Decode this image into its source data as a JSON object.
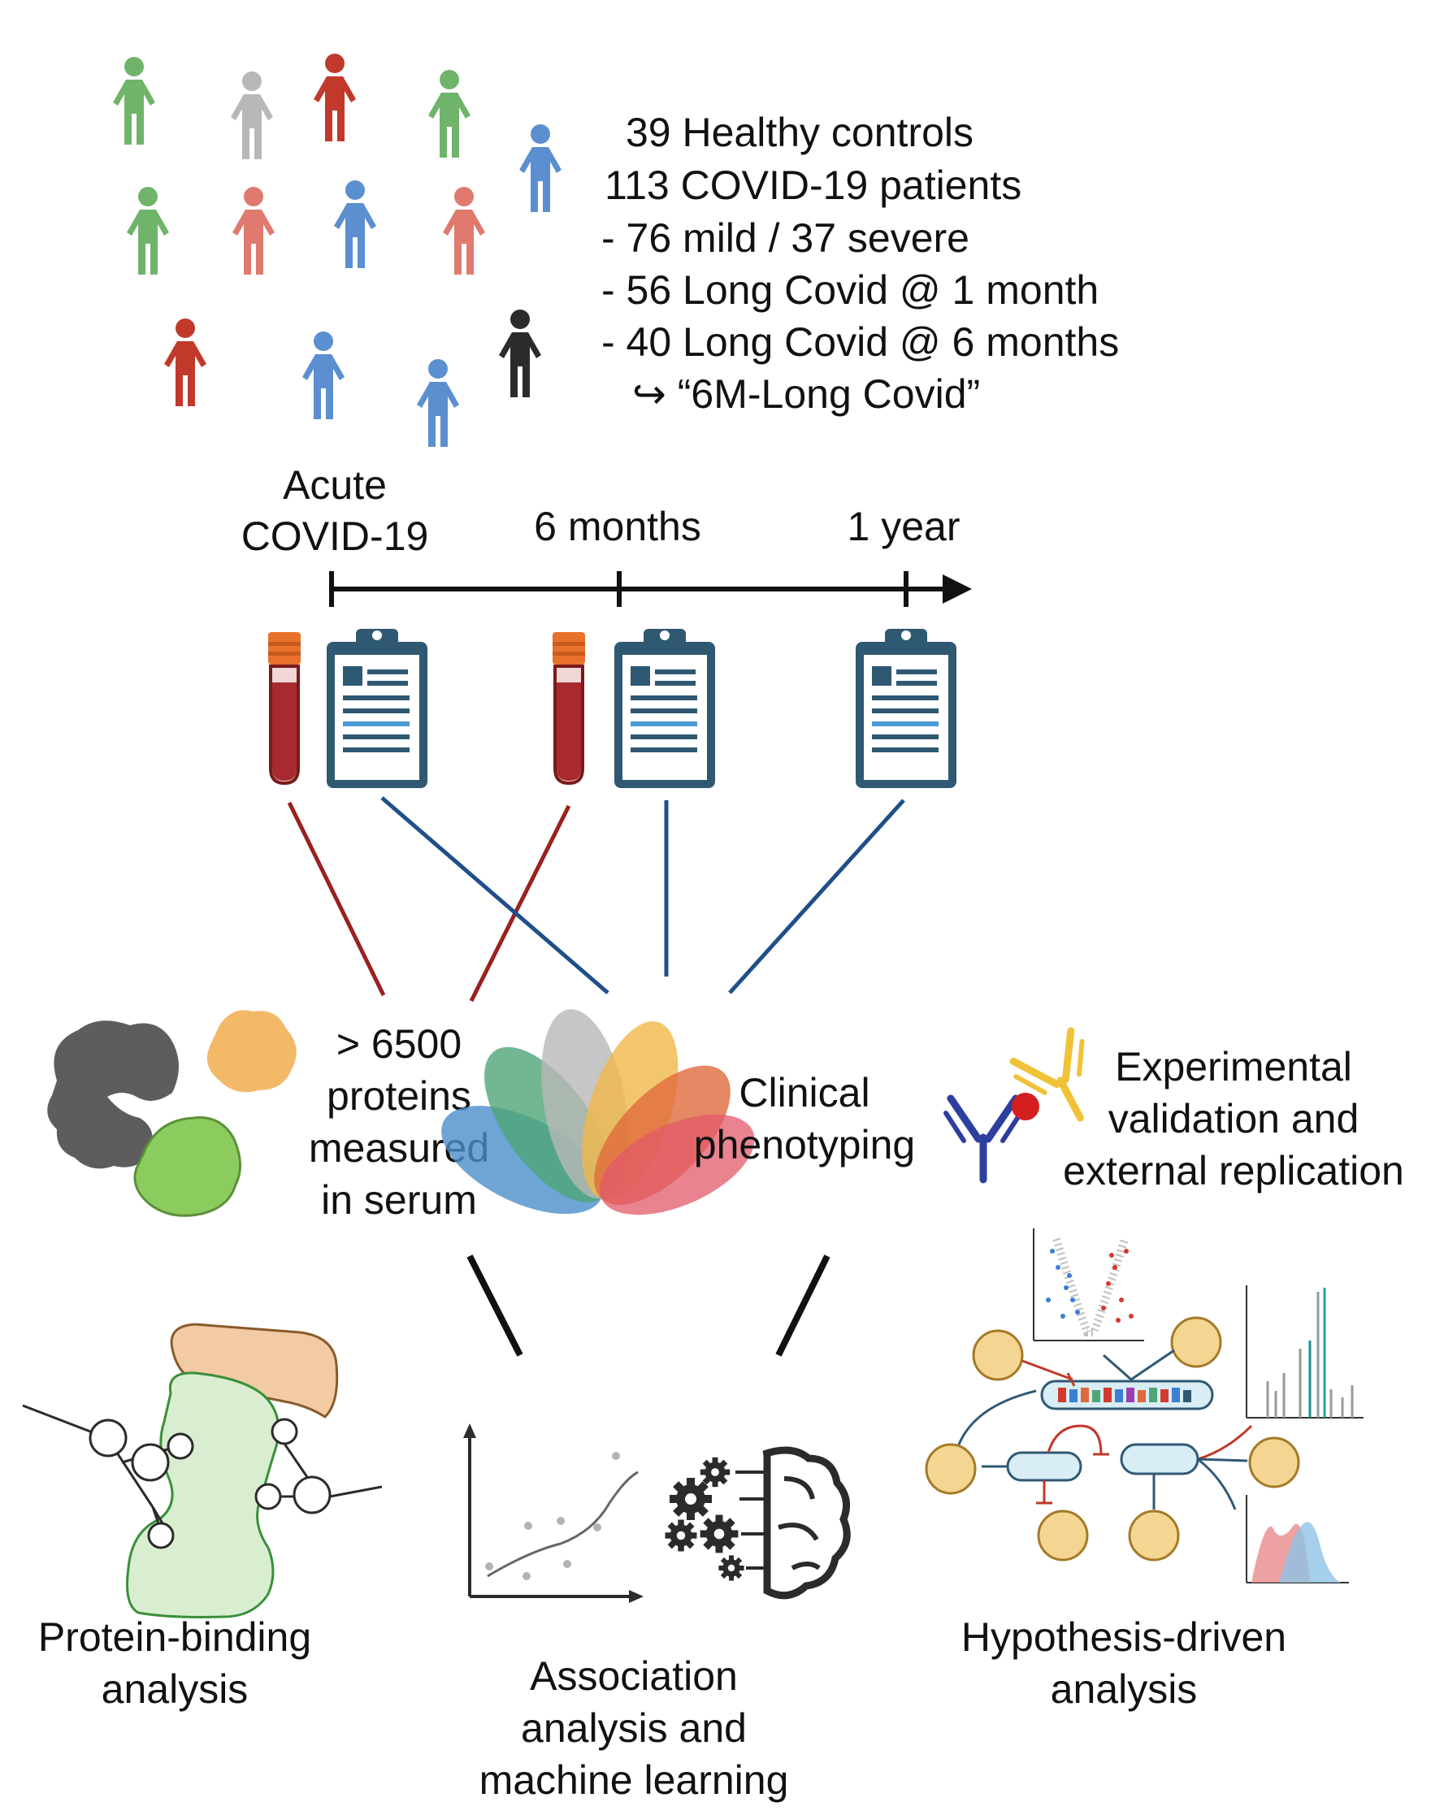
{
  "cohort": {
    "lines": [
      "39 Healthy controls",
      "113 COVID-19 patients",
      "- 76 mild / 37 severe",
      "- 56 Long Covid @ 1 month",
      "- 40 Long Covid @ 6 months",
      "↪ “6M-Long Covid”"
    ]
  },
  "timeline": {
    "acute": [
      "Acute",
      "COVID-19"
    ],
    "six_months": "6 months",
    "one_year": "1 year"
  },
  "measurements": {
    "proteins": [
      "> 6500",
      "proteins",
      "measured",
      "in serum"
    ],
    "clinical": [
      "Clinical",
      "phenotyping"
    ],
    "experimental": [
      "Experimental",
      "validation and",
      "external replication"
    ]
  },
  "analyses": {
    "protein_binding": [
      "Protein-binding",
      "analysis"
    ],
    "association": [
      "Association",
      "analysis and",
      "machine learning"
    ],
    "hypothesis": [
      "Hypothesis-driven",
      "analysis"
    ]
  },
  "colors": {
    "green": "#6fb46a",
    "gray": "#b8b8b8",
    "red": "#c0392b",
    "salmon": "#e07a6e",
    "blue": "#5b8fcf",
    "black": "#2b2b2b",
    "blood": "#a8292f",
    "clipboard": "#2f5873",
    "line_red": "#9b2020",
    "line_blue": "#1f4f8a"
  }
}
